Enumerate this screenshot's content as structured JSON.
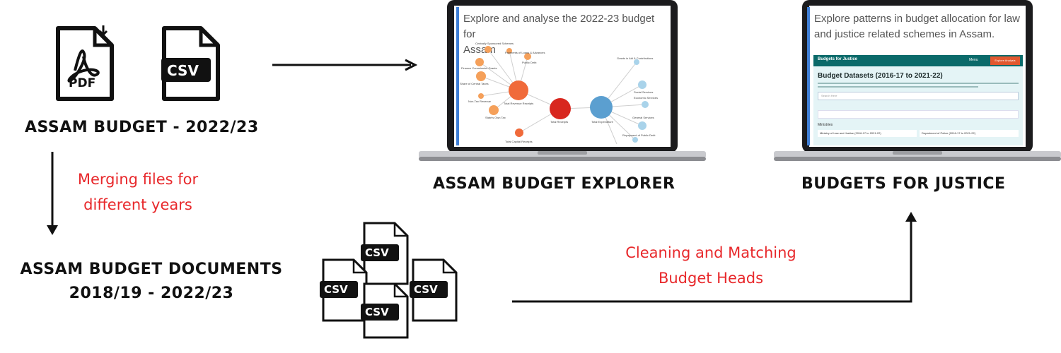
{
  "left": {
    "pdf_label": "PDF",
    "csv_label": "CSV",
    "title": "ASSAM BUDGET - 2022/23",
    "merge_note": [
      "Merging files for",
      "different years"
    ],
    "docs_title": [
      "ASSAM BUDGET DOCUMENTS",
      "2018/19 - 2022/23"
    ],
    "csv_stack_label": "CSV"
  },
  "explorer": {
    "screen_text": [
      "Explore and analyse the 2022-23 budget for",
      "Assam"
    ],
    "caption": "ASSAM BUDGET EXPLORER",
    "nodes": [
      {
        "label": "Centrally Sponsored Schemes",
        "color": "#f5a05a"
      },
      {
        "label": "Payments of Loans & Advances",
        "color": "#f5a05a"
      },
      {
        "label": "Public Debt",
        "color": "#f5a05a"
      },
      {
        "label": "Finance Commission Grants",
        "color": "#f5a05a"
      },
      {
        "label": "Share of Central Taxes",
        "color": "#f5a05a"
      },
      {
        "label": "Total Revenue Receipts",
        "color": "#f06a3a"
      },
      {
        "label": "Non-Tax Revenue",
        "color": "#f5a05a"
      },
      {
        "label": "State's Own Tax",
        "color": "#f5a05a"
      },
      {
        "label": "Total Receipts",
        "color": "#d8271f"
      },
      {
        "label": "Total Expenditure",
        "color": "#5b9fd0"
      },
      {
        "label": "Total Capital Receipts",
        "color": "#f06a3a"
      },
      {
        "label": "Grants in Aid & Contributions",
        "color": "#a9d3ea"
      },
      {
        "label": "Social Services",
        "color": "#a9d3ea"
      },
      {
        "label": "Economic Services",
        "color": "#a9d3ea"
      },
      {
        "label": "General Services",
        "color": "#a9d3ea"
      },
      {
        "label": "Repayment of Public Debt",
        "color": "#a9d3ea"
      }
    ]
  },
  "justice": {
    "screen_text": [
      "Explore patterns in budget allocation for law",
      "and justice related schemes in Assam."
    ],
    "caption": "BUDGETS FOR JUSTICE",
    "site_name": "Budgets for Justice",
    "menu": "Menu",
    "cta": "Explore Analysis",
    "page_title": "Budget Datasets (2016-17 to 2021-22)",
    "search_placeholder": "Search Here",
    "ministries_label": "Ministries",
    "row1_left": "Ministry of Law and Justice (2016-17 to 2021-22)",
    "row1_right": "Department of Police (2016-17 to 2021-22)"
  },
  "flow": {
    "clean_note": [
      "Cleaning and Matching",
      "Budget Heads"
    ]
  },
  "colors": {
    "note_red": "#e8282b",
    "accent_blue": "#3f7fd6",
    "teal": "#0b6a6a",
    "orange_btn": "#e2582f"
  }
}
